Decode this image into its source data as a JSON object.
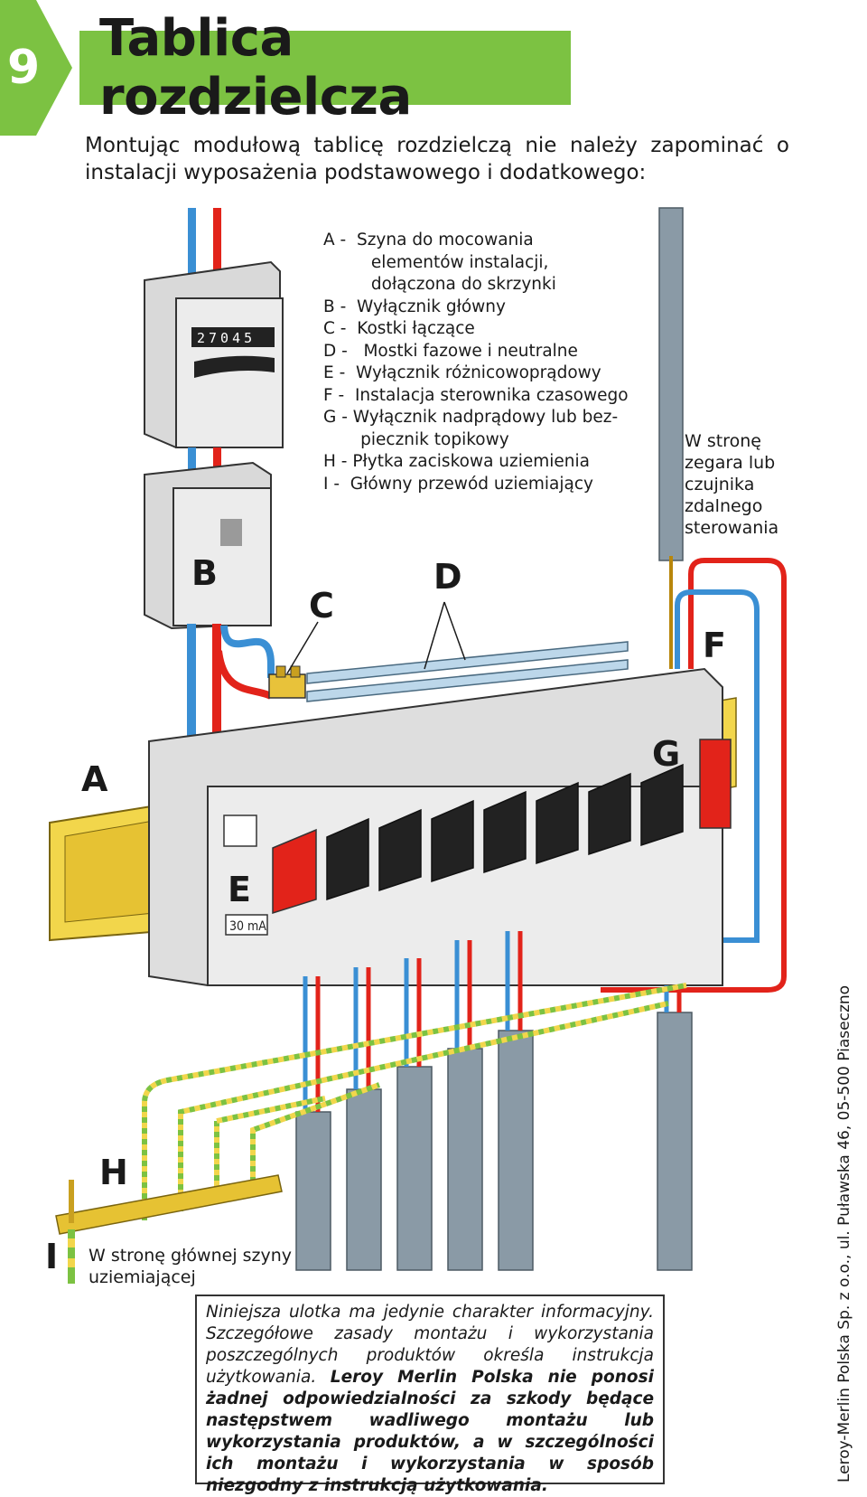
{
  "header": {
    "section_number": "9",
    "title": "Tablica rozdzielcza"
  },
  "intro": "Montując modułową tablicę rozdzielczą nie należy zapominać o instalacji wyposażenia podstawowego i dodatkowego:",
  "legend": [
    "A -  Szyna do mocowania",
    "         elementów instalacji,",
    "         dołączona do skrzynki",
    "B -  Wyłącznik główny",
    "C -  Kostki łączące",
    "D -   Mostki fazowe i neutralne",
    "E -  Wyłącznik różnicowoprądowy",
    "F -  Instalacja sterownika czasowego",
    "G - Wyłącznik nadprądowy lub bez-",
    "       piecznik topikowy",
    "H - Płytka zaciskowa uziemienia",
    "I -  Główny przewód uziemiający"
  ],
  "side_note": "W stronę zegara lub czujnika zdalnego sterowania",
  "meter_reading": "27045",
  "rcd_rating": "30 mA",
  "letters": {
    "A": "A",
    "B": "B",
    "C": "C",
    "D": "D",
    "E": "E",
    "F": "F",
    "G": "G",
    "H": "H",
    "I": "I"
  },
  "ground_note": "W stronę głównej szyny uziemiającej",
  "disclaimer": {
    "normal": "Niniejsza ulotka ma jedynie charakter informacyjny. Szczegółowe zasady montażu i wykorzystania poszczególnych produktów określa instrukcja użytkowania.",
    "bold": "Leroy Merlin Polska nie ponosi żadnej odpowiedzialności za szkody będące następstwem wadliwego montażu lub wykorzystania produktów, a w szczególności ich montażu i wykorzystania w sposób niezgodny z instrukcją użytkowania."
  },
  "footer_vertical": "Leroy-Merlin Polska Sp. z o.o., ul. Puławska 46, 05-500 Piaseczno",
  "colors": {
    "accent_green": "#7cc242",
    "wire_red": "#e2231a",
    "wire_blue": "#3a8fd4",
    "conduit_gray": "#8a9aa6",
    "rail_yellow": "#f2d64b",
    "breaker_black": "#222222"
  }
}
